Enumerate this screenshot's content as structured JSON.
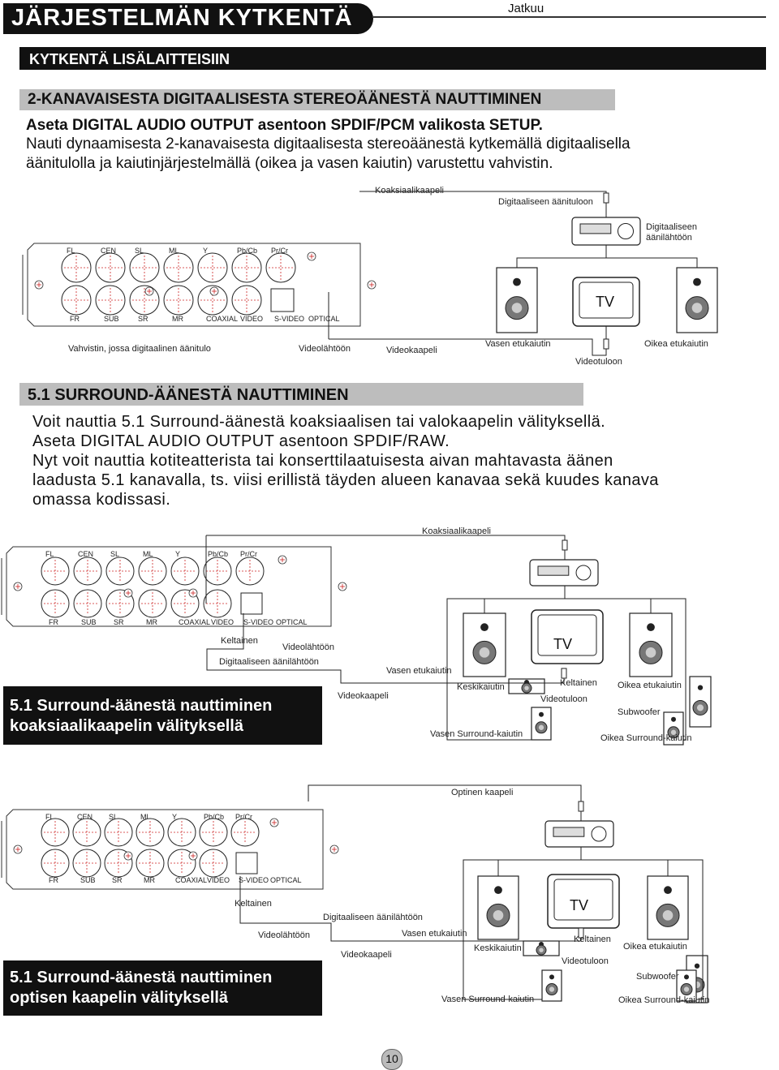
{
  "header": {
    "title": "JÄRJESTELMÄN KYTKENTÄ",
    "continued": "Jatkuu"
  },
  "section": {
    "title": "KYTKENTÄ LISÄLAITTEISIIN"
  },
  "stereo": {
    "heading": "2-KANAVAISESTA DIGITAALISESTA STEREOÄÄNESTÄ NAUTTIMINEN",
    "line1": "Aseta DIGITAL AUDIO OUTPUT asentoon SPDIF/PCM valikosta SETUP.",
    "line2": "Nauti dynaamisesta 2-kanavaisesta digitaalisesta stereoäänestä kytkemällä digitaalisella",
    "line3": "äänitulolla ja kaiutinjärjestelmällä (oikea ja vasen kaiutin) varustettu vahvistin."
  },
  "panel_labels": {
    "top": [
      "FL",
      "CEN",
      "SL",
      "ML",
      "Y",
      "Pb/Cb",
      "Pr/Cr"
    ],
    "bottom": [
      "FR",
      "SUB",
      "SR",
      "MR",
      "COAXIAL",
      "VIDEO",
      "S-VIDEO",
      "OPTICAL"
    ]
  },
  "diagram1": {
    "coax_cable": "Koaksiaalikaapeli",
    "digital_in": "Digitaaliseen äänituloon",
    "digital_out": "Digitaaliseen äänilähtöön",
    "tv": "TV",
    "amp_label": "Vahvistin, jossa digitaalinen äänitulo",
    "video_out": "Videolähtöön",
    "video_cable": "Videokaapeli",
    "left_front": "Vasen etukaiutin",
    "right_front": "Oikea etukaiutin",
    "video_in": "Videotuloon"
  },
  "surround": {
    "heading": "5.1 SURROUND-ÄÄNESTÄ NAUTTIMINEN",
    "line1": "Voit nauttia 5.1 Surround-äänestä koaksiaalisen tai valokaapelin välityksellä.",
    "line2": "Aseta DIGITAL AUDIO OUTPUT asentoon SPDIF/RAW.",
    "line3": "Nyt voit nauttia kotiteatterista tai konserttilaatuisesta aivan mahtavasta äänen",
    "line4": "laadusta 5.1 kanavalla, ts. viisi erillistä täyden alueen kanavaa sekä kuudes kanava",
    "line5": "omassa kodissasi."
  },
  "diagram2": {
    "coax_cable": "Koaksiaalikaapeli",
    "yellow": "Keltainen",
    "video_out": "Videolähtöön",
    "digital_out": "Digitaaliseen äänilähtöön",
    "tv": "TV",
    "left_front": "Vasen etukaiutin",
    "video_cable": "Videokaapeli",
    "center": "Keskikaiutin",
    "yellow2": "Keltainen",
    "right_front": "Oikea etukaiutin",
    "video_in": "Videotuloon",
    "subwoofer": "Subwoofer",
    "left_surround": "Vasen Surround-kaiutin",
    "right_surround": "Oikea Surround-kaiutin",
    "caption1": "5.1 Surround-äänestä nauttiminen",
    "caption2": "koaksiaalikaapelin välityksellä"
  },
  "diagram3": {
    "optical_cable": "Optinen kaapeli",
    "yellow": "Keltainen",
    "digital_out": "Digitaaliseen äänilähtöön",
    "tv": "TV",
    "video_out": "Videolähtöön",
    "left_front": "Vasen etukaiutin",
    "yellow2": "Keltainen",
    "center": "Keskikaiutin",
    "right_front": "Oikea etukaiutin",
    "video_cable": "Videokaapeli",
    "video_in": "Videotuloon",
    "subwoofer": "Subwoofer",
    "left_surround": "Vasen Surround-kaiutin",
    "right_surround": "Oikea Surround-kaiutin",
    "caption1": "5.1 Surround-äänestä nauttiminen",
    "caption2": "optisen kaapelin välityksellä"
  },
  "footer": {
    "page": "10"
  }
}
